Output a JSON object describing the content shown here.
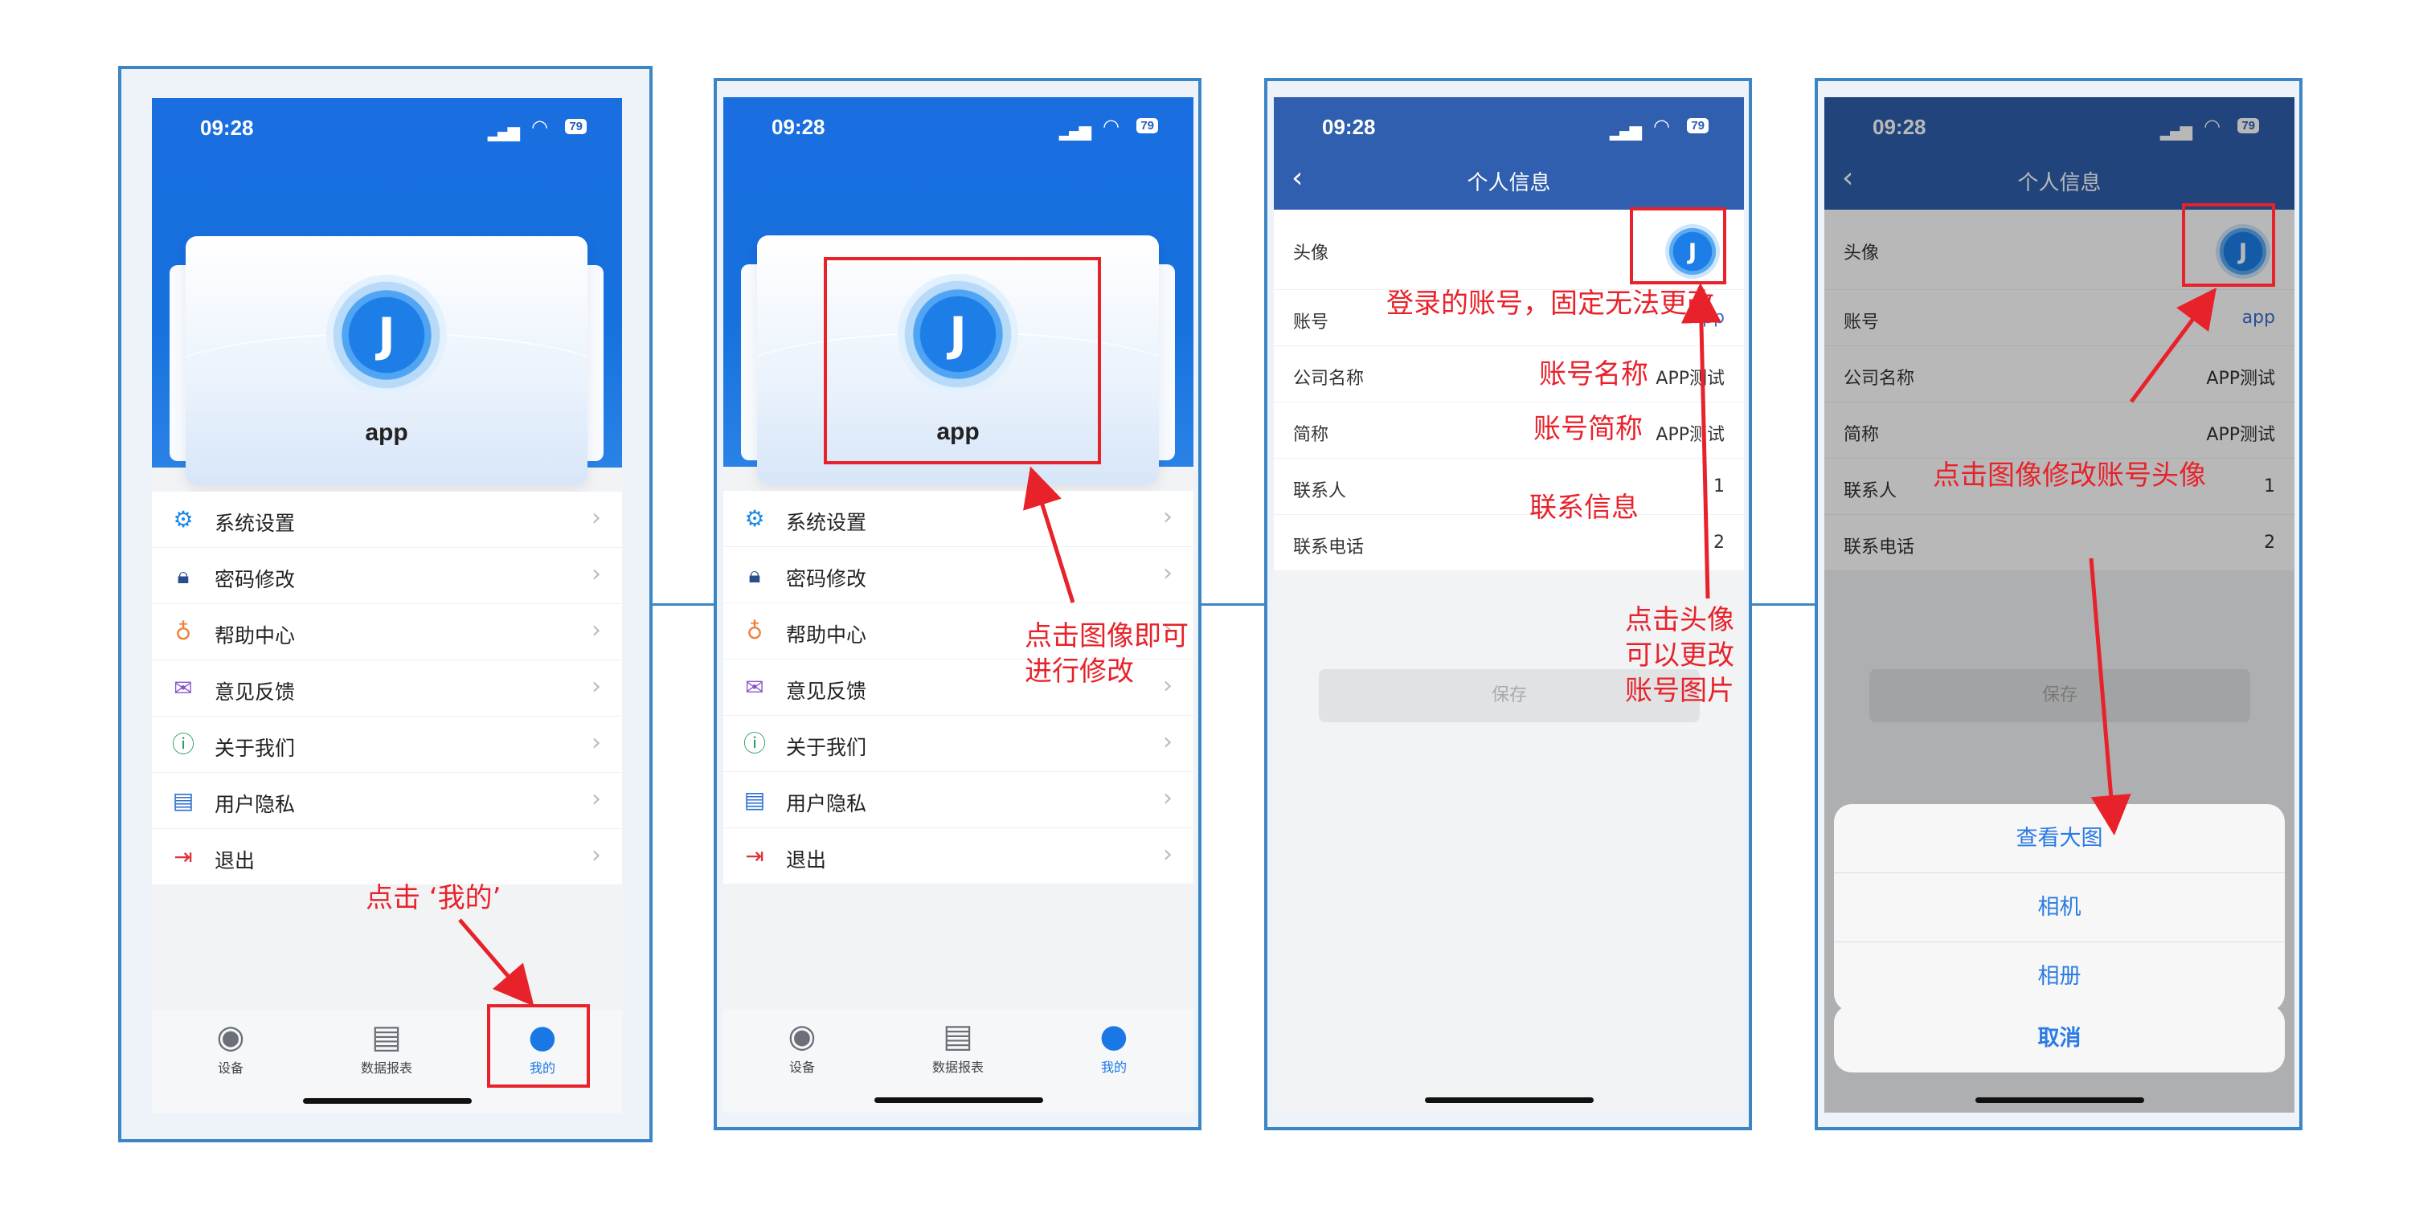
{
  "status": {
    "time": "09:28",
    "battery": "79"
  },
  "profile": {
    "username": "app",
    "menu": [
      {
        "label": "系统设置"
      },
      {
        "label": "密码修改"
      },
      {
        "label": "帮助中心"
      },
      {
        "label": "意见反馈"
      },
      {
        "label": "关于我们"
      },
      {
        "label": "用户隐私"
      },
      {
        "label": "退出"
      }
    ],
    "tabs": [
      {
        "label": "设备"
      },
      {
        "label": "数据报表"
      },
      {
        "label": "我的"
      }
    ]
  },
  "info": {
    "title": "个人信息",
    "rows": [
      {
        "label": "头像",
        "value": ""
      },
      {
        "label": "账号",
        "value": "app"
      },
      {
        "label": "公司名称",
        "value": "APP测试"
      },
      {
        "label": "简称",
        "value": "APP测试"
      },
      {
        "label": "联系人",
        "value": "1"
      },
      {
        "label": "联系电话",
        "value": "2"
      }
    ],
    "save_label": "保存"
  },
  "action_sheet": {
    "options": [
      "查看大图",
      "相机",
      "相册"
    ],
    "cancel": "取消"
  },
  "annotations": {
    "click_mine": "点击 ‘我的’",
    "click_image": [
      "点击图像即可",
      "进行修改"
    ],
    "account_fixed": "登录的账号，固定无法更改",
    "account_name": "账号名称",
    "account_short": "账号简称",
    "contact_info": "联系信息",
    "click_avatar": [
      "点击头像",
      "可以更改",
      "账号图片"
    ],
    "click_modify_avatar": "点击图像修改账号头像"
  },
  "colors": {
    "accent": "#1a78e5",
    "nav": "#2f5fae",
    "annotation": "#e8222a",
    "frame": "#3d86c6"
  }
}
